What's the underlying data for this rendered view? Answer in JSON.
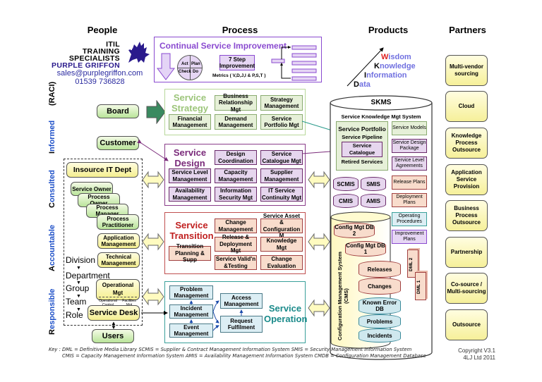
{
  "columns": {
    "people": "People",
    "process": "Process",
    "products": "Products",
    "partners": "Partners"
  },
  "brand": {
    "line1": "ITIL",
    "line2": "TRAINING",
    "line3": "SPECIALISTS",
    "line4": "PURPLE GRIFFON",
    "email": "sales@purplegriffon.com",
    "phone": "01539 736828",
    "logo_icon": "griffin-icon"
  },
  "raci": {
    "heading": "(RACI)",
    "informed": {
      "first": "I",
      "rest": "nformed"
    },
    "consulted": {
      "first": "C",
      "rest": "onsulted"
    },
    "accountable": {
      "first": "A",
      "rest": "ccountable"
    },
    "responsible": {
      "first": "R",
      "rest": "esponsible"
    }
  },
  "people": {
    "board": "Board",
    "customer": "Customer",
    "insource": "Insource IT Dept",
    "service_owner": "Service Owner",
    "process_owner": "Process Owner",
    "process_manager": "Process Manager",
    "process_practitioner": "Process Practitioner",
    "application_mgmt": "Application Management",
    "technical_mgmt": "Technical Management",
    "operational_mgt": "Operational Mgt",
    "operational_control": "Operational Control",
    "facilities_mgt": "Facilities Mgt",
    "service_desk": "Service Desk",
    "users": "Users",
    "hierarchy": [
      "Division",
      "Department",
      "Group",
      "Team",
      "Role"
    ]
  },
  "csi": {
    "title": "Continual Service Improvement",
    "pdca": {
      "act": "Act",
      "plan": "Plan",
      "check": "Check",
      "do": "Do"
    },
    "seven_step": "7 Step Improvement",
    "metrics": "Metrics ( V,D,J,I  &  P,S,T )"
  },
  "strategy": {
    "title": "Service Strategy",
    "items": [
      "Business Relationship Mgt",
      "Strategy Management",
      "Financial Management",
      "Demand Management",
      "Service Portfolio Mgt"
    ]
  },
  "design": {
    "title": "Service Design",
    "items": [
      "Design Coordination",
      "Service Catalogue Mgt",
      "Service Level Management",
      "Capacity Management",
      "Supplier Management",
      "Availability Management",
      "Information Security Mgt",
      "IT Service Continuity Mgt"
    ]
  },
  "transition": {
    "title": "Service Transition",
    "items": [
      "Change Management",
      "Service Asset & Configuration M",
      "Release & Deployment Mgt",
      "Knowledge Mgt",
      "Transition Planning & Supp",
      "Service Valid'n &Testing",
      "Change Evaluation"
    ]
  },
  "operation": {
    "title": "Service Operation",
    "items": [
      "Problem Management",
      "Incident Management",
      "Event Management",
      "Access Management",
      "Request Fulfilment"
    ]
  },
  "dikw": {
    "wisdom": {
      "first": "W",
      "rest": "isdom"
    },
    "knowledge": {
      "first": "K",
      "rest": "nowledge"
    },
    "information": {
      "first": "I",
      "rest": "nformation"
    },
    "data": {
      "first": "D",
      "rest": "ata"
    }
  },
  "skms": {
    "title": "SKMS",
    "subtitle": "Service Knowledge Mgt System",
    "portfolio": "Service Portfolio",
    "pipeline": "Service Pipeline",
    "catalogue": "Service Catalogue",
    "retired": "Retired Services",
    "docs": [
      "Service Models",
      "Service Design Package",
      "Service Level Agreements",
      "Release Plans",
      "Deployment Plans",
      "Operating Procedures",
      "Improvement Plans"
    ],
    "info_systems": [
      "SCMIS",
      "SMIS",
      "CMIS",
      "AMIS"
    ]
  },
  "cms": {
    "label": "Configuration Management System (CMS)",
    "db2": "Config Mgt DB 2",
    "db1": "Config Mgt DB 1",
    "releases": "Releases",
    "changes": "Changes",
    "known_error": "Known Error DB",
    "problems": "Problems",
    "incidents": "Incidents",
    "dml2": "DML 2",
    "dml1": "DML 1"
  },
  "partners": [
    "Multi-vendor sourcing",
    "Cloud",
    "Knowledge Process Outsource",
    "Application Service Provision",
    "Business Process Outsource",
    "Partnership",
    "Co-source / Multi-sourcing",
    "Outsource"
  ],
  "key": {
    "line1": "Key : DML = Definitive Media Library      SCMIS = Supplier & Contract Management Information System       SMIS = Security Management Information System",
    "line2": "CMIS = Capacity Management Information System     AMIS = Availability Management Information System    CMDB = Configuration Management Database"
  },
  "copyright": {
    "line1": "Copyright  V3.1",
    "line2": "4LJ Ltd 2011"
  },
  "colors": {
    "csi": "#8a4ad0",
    "strategy": "#9cc57a",
    "design": "#7a2a7a",
    "transition": "#c02020",
    "operation": "#1a8a8a",
    "raci": "#1e50c8",
    "wisdom_red": "#e02020",
    "dikw_blue": "#7070e0"
  }
}
